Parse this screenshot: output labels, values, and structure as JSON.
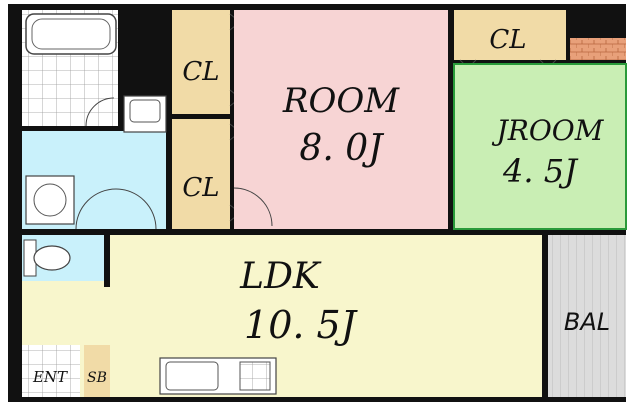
{
  "rooms": {
    "room": {
      "name": "ROOM",
      "size": "8. 0J"
    },
    "jroom": {
      "name": "JROOM",
      "size": "4. 5J"
    },
    "ldk": {
      "name": "LDK",
      "size": "10. 5J"
    },
    "bal": {
      "name": "BAL"
    },
    "cl_upper": {
      "name": "CL"
    },
    "cl_lower": {
      "name": "CL"
    },
    "cl_top": {
      "name": "CL"
    },
    "ent": {
      "name": "ENT"
    },
    "sb": {
      "name": "SB"
    }
  },
  "colors": {
    "room_fill": "#f7d4d4",
    "jroom_fill": "#c9eeb4",
    "ldk_fill": "#f8f6cc",
    "wet_fill": "#c9f1fb",
    "closet_fill": "#f1dba7",
    "balcony_fill": "#dcdcdc",
    "wall": "#111111",
    "jroom_outline": "#2a9a3a"
  }
}
